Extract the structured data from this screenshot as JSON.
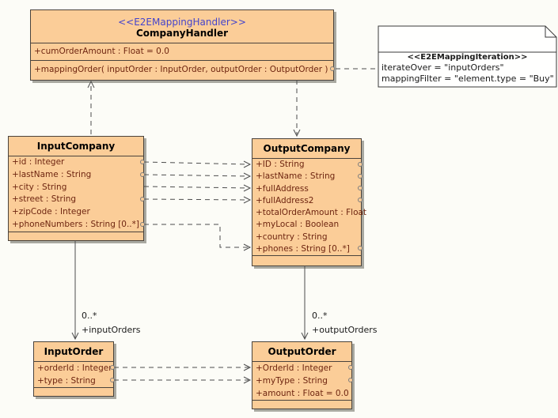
{
  "diagram": {
    "background_color": "#fcfcf7",
    "class_fill_color": "#fbcd98",
    "class_border_color": "#4a433c",
    "shadow_color": "#a9a9a1",
    "stereotype_text_color": "#4444cc",
    "member_text_color": "#6e2510"
  },
  "company_handler": {
    "stereotype": "<<E2EMappingHandler>>",
    "name": "CompanyHandler",
    "attributes": [
      "+cumOrderAmount : Float = 0.0"
    ],
    "operations": [
      "+mappingOrder( inputOrder : InputOrder, outputOrder : OutputOrder )"
    ]
  },
  "note": {
    "stereotype": "<<E2EMappingIteration>>",
    "lines": [
      "iterateOver = \"inputOrders\"",
      "mappingFilter = \"element.type = \"Buy\""
    ]
  },
  "input_company": {
    "name": "InputCompany",
    "attributes": [
      "+id : Integer",
      "+lastName : String",
      "+city : String",
      "+street : String",
      "+zipCode : Integer",
      "+phoneNumbers : String [0..*]"
    ]
  },
  "output_company": {
    "name": "OutputCompany",
    "attributes": [
      "+ID : String",
      "+lastName : String",
      "+fullAddress",
      "+fullAddress2",
      "+totalOrderAmount : Float",
      "+myLocal : Boolean",
      "+country : String",
      "+phones : String [0..*]"
    ]
  },
  "input_order": {
    "name": "InputOrder",
    "attributes": [
      "+orderId : Integer",
      "+type : String"
    ]
  },
  "output_order": {
    "name": "OutputOrder",
    "attributes": [
      "+OrderId : Integer",
      "+myType : String",
      "+amount : Float = 0.0"
    ]
  },
  "associations": {
    "input_orders": {
      "multiplicity": "0..*",
      "role": "+inputOrders"
    },
    "output_orders": {
      "multiplicity": "0..*",
      "role": "+outputOrders"
    }
  }
}
